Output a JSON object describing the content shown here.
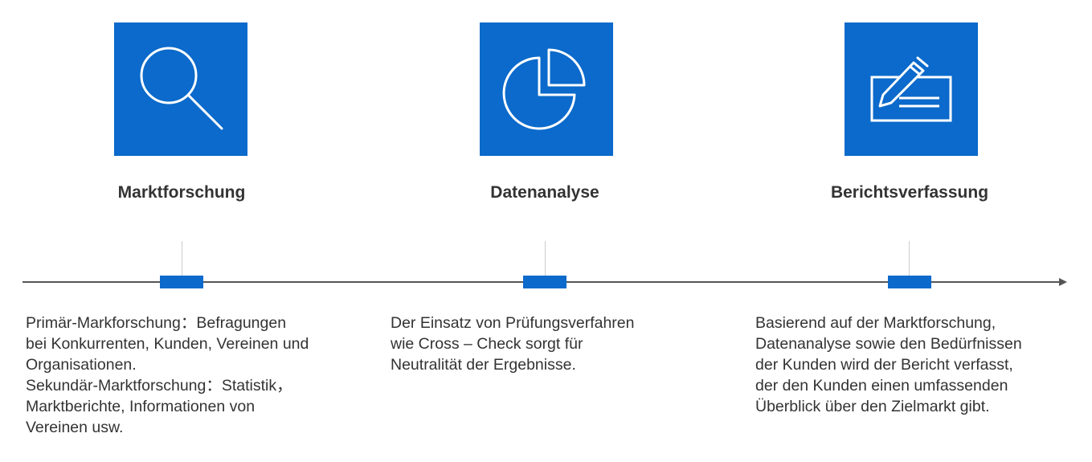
{
  "steps": [
    {
      "title": "Marktforschung",
      "icon": "magnifier-icon",
      "description": "Primär-Markforschung：Befragungen\nbei Konkurrenten, Kunden, Vereinen und\nOrganisationen.\nSekundär-Marktforschung：Statistik，\nMarktberichte, Informationen von\nVereinen usw."
    },
    {
      "title": "Datenanalyse",
      "icon": "pie-chart-icon",
      "description": "Der Einsatz von Prüfungsverfahren\nwie Cross – Check sorgt für\nNeutralität der Ergebnisse."
    },
    {
      "title": "Berichtsverfassung",
      "icon": "report-writing-icon",
      "description": "Basierend auf der Marktforschung,\nDatenanalyse sowie den Bedürfnissen\nder Kunden wird der Bericht verfasst,\nder den Kunden einen umfassenden\nÜberblick über den Zielmarkt gibt."
    }
  ],
  "colors": {
    "accent": "#0b6acb",
    "text": "#333333",
    "line": "#555555",
    "tick": "#cccccc"
  }
}
